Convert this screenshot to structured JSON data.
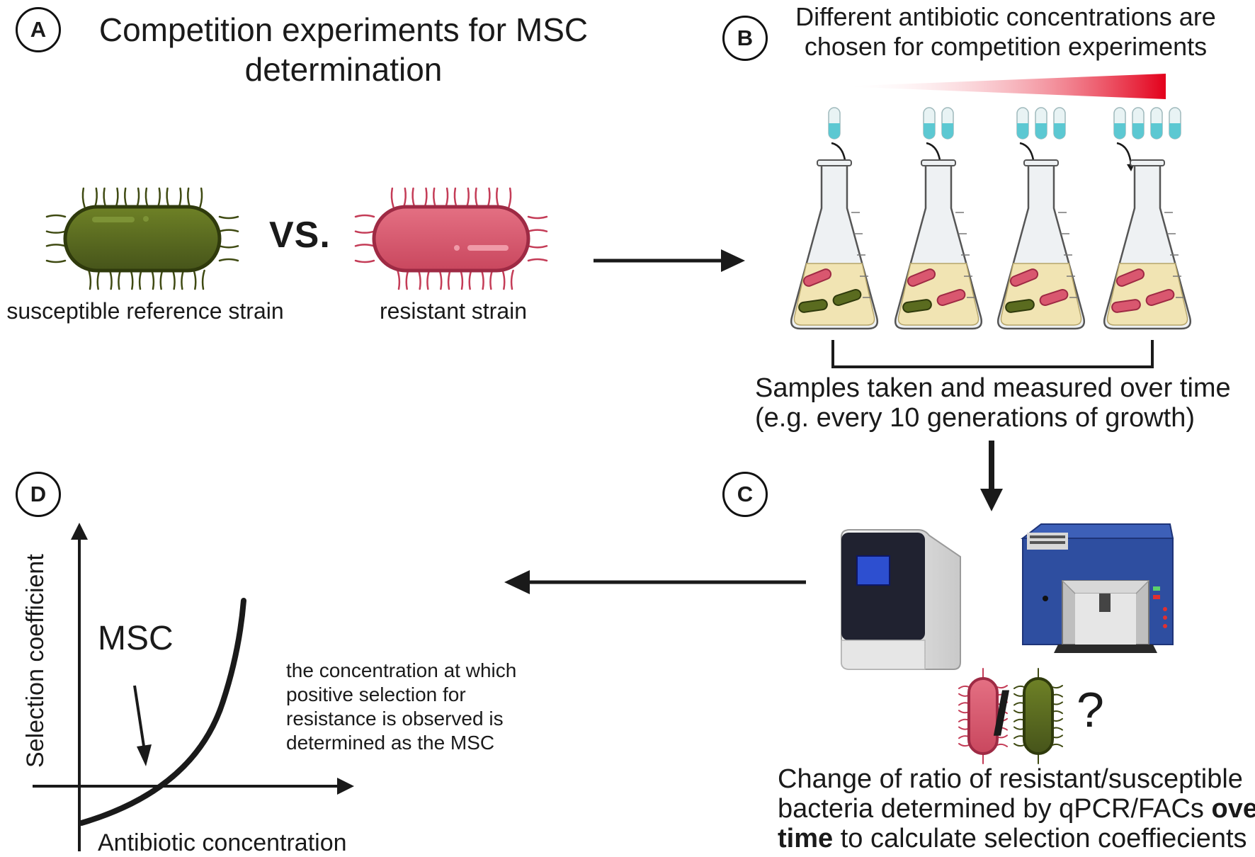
{
  "panel_letters": {
    "a": "A",
    "b": "B",
    "c": "C",
    "d": "D"
  },
  "panel_a": {
    "title_line1": "Competition experiments for MSC",
    "title_line2": "determination",
    "vs_text": "VS.",
    "susceptible_label": "susceptible reference strain",
    "resistant_label": "resistant strain"
  },
  "panel_b": {
    "title_line1": "Different antibiotic concentrations are",
    "title_line2": "chosen for competition experiments",
    "samples_line1": "Samples taken and measured over time",
    "samples_line2": "(e.g. every 10 generations of growth)",
    "flasks": [
      {
        "capsules": 1,
        "red_bacteria": 1,
        "green_bacteria": 2
      },
      {
        "capsules": 2,
        "red_bacteria": 2,
        "green_bacteria": 1
      },
      {
        "capsules": 3,
        "red_bacteria": 2,
        "green_bacteria": 1
      },
      {
        "capsules": 4,
        "red_bacteria": 3,
        "green_bacteria": 0
      }
    ]
  },
  "panel_c": {
    "slash": "/",
    "question_mark": "?",
    "desc_line1": "Change of ratio of resistant/susceptible",
    "desc_line2_regular": "bacteria determined by qPCR/FACs ",
    "desc_line2_bold": "over",
    "desc_line3_bold": "time",
    "desc_line3_regular": " to calculate selection coeffiecients"
  },
  "panel_d": {
    "y_axis_label": "Selection coefficient",
    "x_axis_label": "Antibiotic concentration",
    "msc_label": "MSC",
    "note_line1": "the concentration at which",
    "note_line2": "positive selection for",
    "note_line3": "resistance is observed is",
    "note_line4": "determined as the MSC"
  },
  "colors": {
    "susceptible": "#5a6b1f",
    "resistant": "#d9576f",
    "capsule": "#5cc8d2",
    "medium": "#f1e4b3",
    "gradient_end": "#e3001b",
    "machine_blue": "#2e4ea0"
  }
}
